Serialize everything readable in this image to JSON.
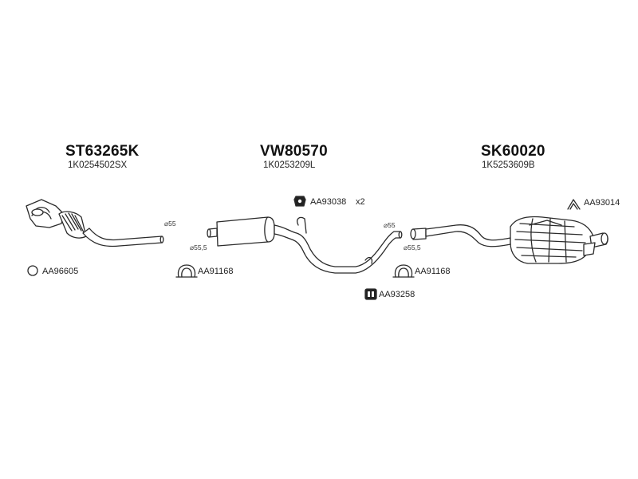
{
  "parts": [
    {
      "code": "ST63265K",
      "oem": "1K0254502SX"
    },
    {
      "code": "VW80570",
      "oem": "1K0253209L"
    },
    {
      "code": "SK60020",
      "oem": "1K5253609B"
    }
  ],
  "accessories": [
    {
      "label": "AA96605"
    },
    {
      "label": "AA91168"
    },
    {
      "label": "AA93038",
      "qty": "x2"
    },
    {
      "label": "AA93258"
    },
    {
      "label": "AA91168"
    },
    {
      "label": "AA93014"
    }
  ],
  "dimensions": [
    "⌀55",
    "⌀55,5",
    "⌀55",
    "⌀55,5"
  ],
  "colors": {
    "line": "#2a2a2a",
    "pipe_fill": "#ffffff",
    "text": "#222222"
  },
  "icons": [
    "ring-gasket-icon",
    "pipe-clamp-icon",
    "rubber-hanger-icon",
    "rubber-mount-icon",
    "bracket-icon"
  ]
}
